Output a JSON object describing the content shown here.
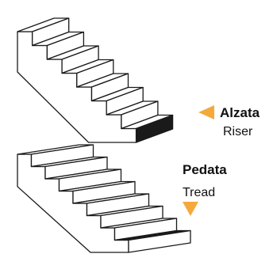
{
  "top_diagram": {
    "label_bold": "Alzata",
    "label_regular": "Riser"
  },
  "bottom_diagram": {
    "label_bold": "Pedata",
    "label_regular": "Tread"
  },
  "colors": {
    "stroke": "#1a1a1a",
    "highlight_fill": "#1a1a1a",
    "arrow": "#f5a93b",
    "background": "#ffffff"
  }
}
